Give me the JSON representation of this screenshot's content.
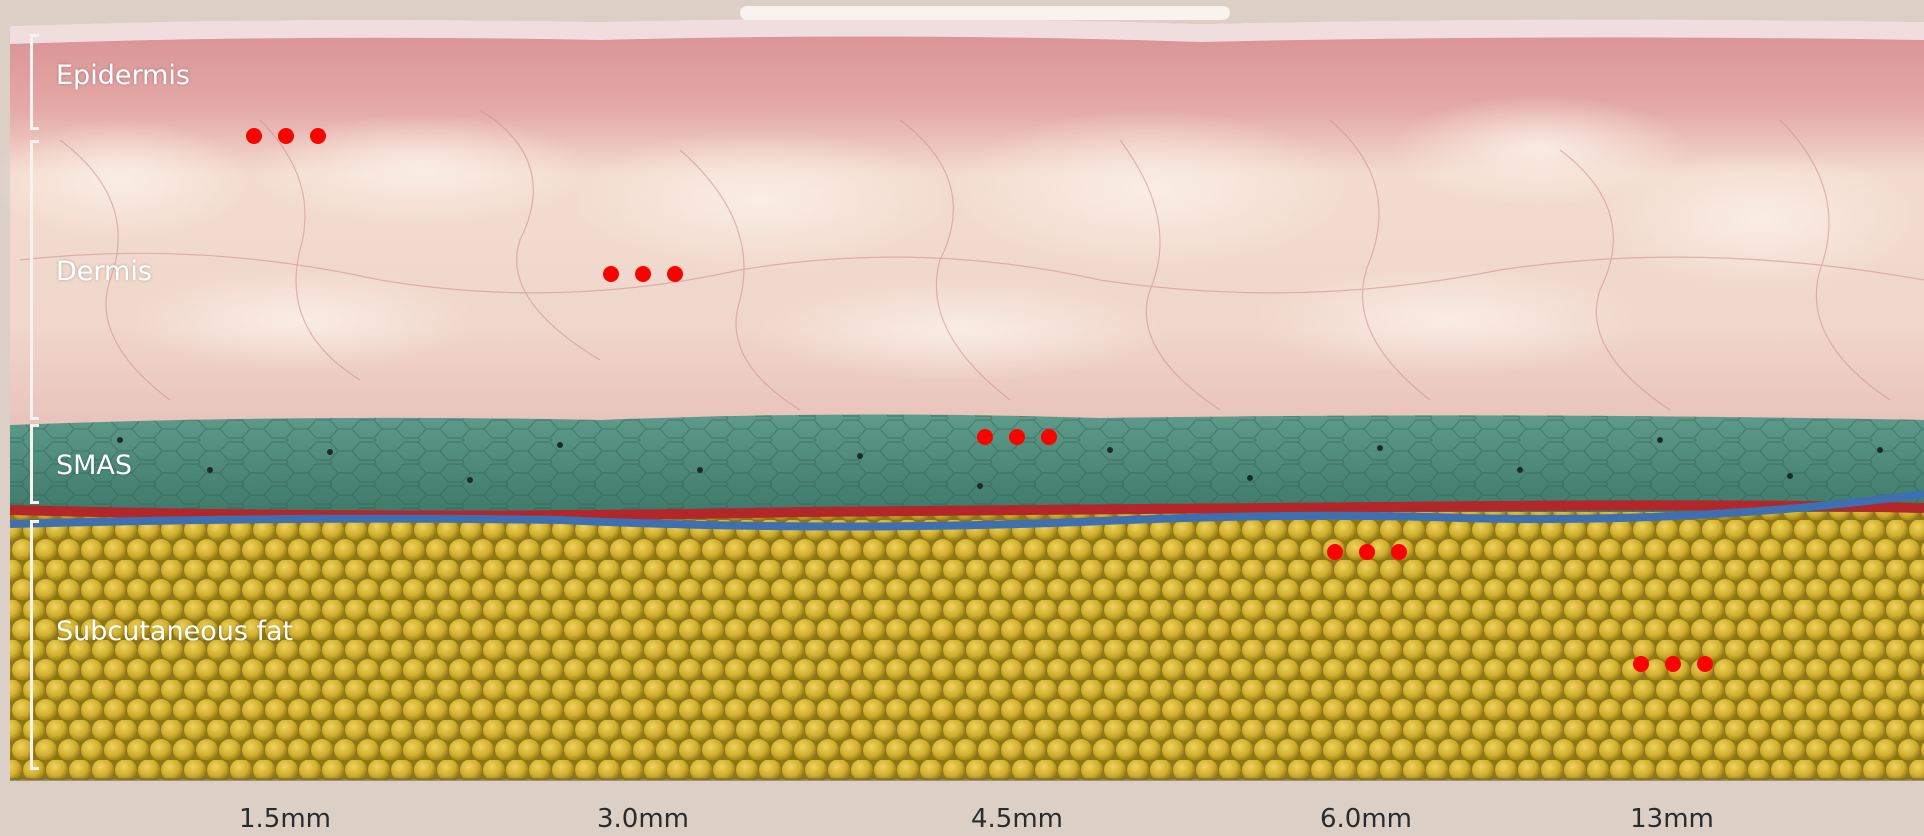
{
  "layers": [
    {
      "id": "epidermis",
      "label": "Epidermis"
    },
    {
      "id": "dermis",
      "label": "Dermis"
    },
    {
      "id": "smas",
      "label": "SMAS"
    },
    {
      "id": "fat",
      "label": "Subcutaneous fat"
    }
  ],
  "depths": [
    {
      "label": "1.5mm",
      "layer": "epidermis"
    },
    {
      "label": "3.0mm",
      "layer": "dermis"
    },
    {
      "label": "4.5mm",
      "layer": "smas"
    },
    {
      "label": "6.0mm",
      "layer": "fat"
    },
    {
      "label": "13mm",
      "layer": "fat"
    }
  ],
  "marker_dots_per_depth": 3,
  "colors": {
    "background": "#dcd0c6",
    "epidermis": "#dfa3a3",
    "dermis": "#f2dcd0",
    "smas": "#4f8c7c",
    "fat": "#c9aa2a",
    "artery": "#b3262a",
    "vein": "#3e6fb0",
    "marker": "#ff0000",
    "label": "#ffffff",
    "depth_text": "#2b2b2b"
  }
}
